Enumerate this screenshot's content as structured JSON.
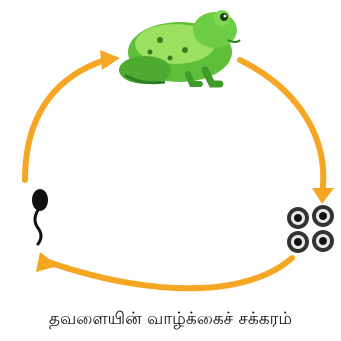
{
  "diagram": {
    "caption": "தவளையின் வாழ்க்கைச் சக்கரம்",
    "stages": [
      {
        "name": "adult-frog",
        "icon": "frog-icon"
      },
      {
        "name": "eggs",
        "icon": "frog-eggs-icon"
      },
      {
        "name": "tadpole",
        "icon": "tadpole-icon"
      }
    ],
    "colors": {
      "arrow": "#f5a623",
      "frog_body": "#5fbf3a",
      "frog_light": "#9be05f",
      "frog_dark": "#2f7d22",
      "egg_outer": "#222222",
      "egg_inner": "#e8e8e8",
      "tadpole": "#111111"
    }
  }
}
